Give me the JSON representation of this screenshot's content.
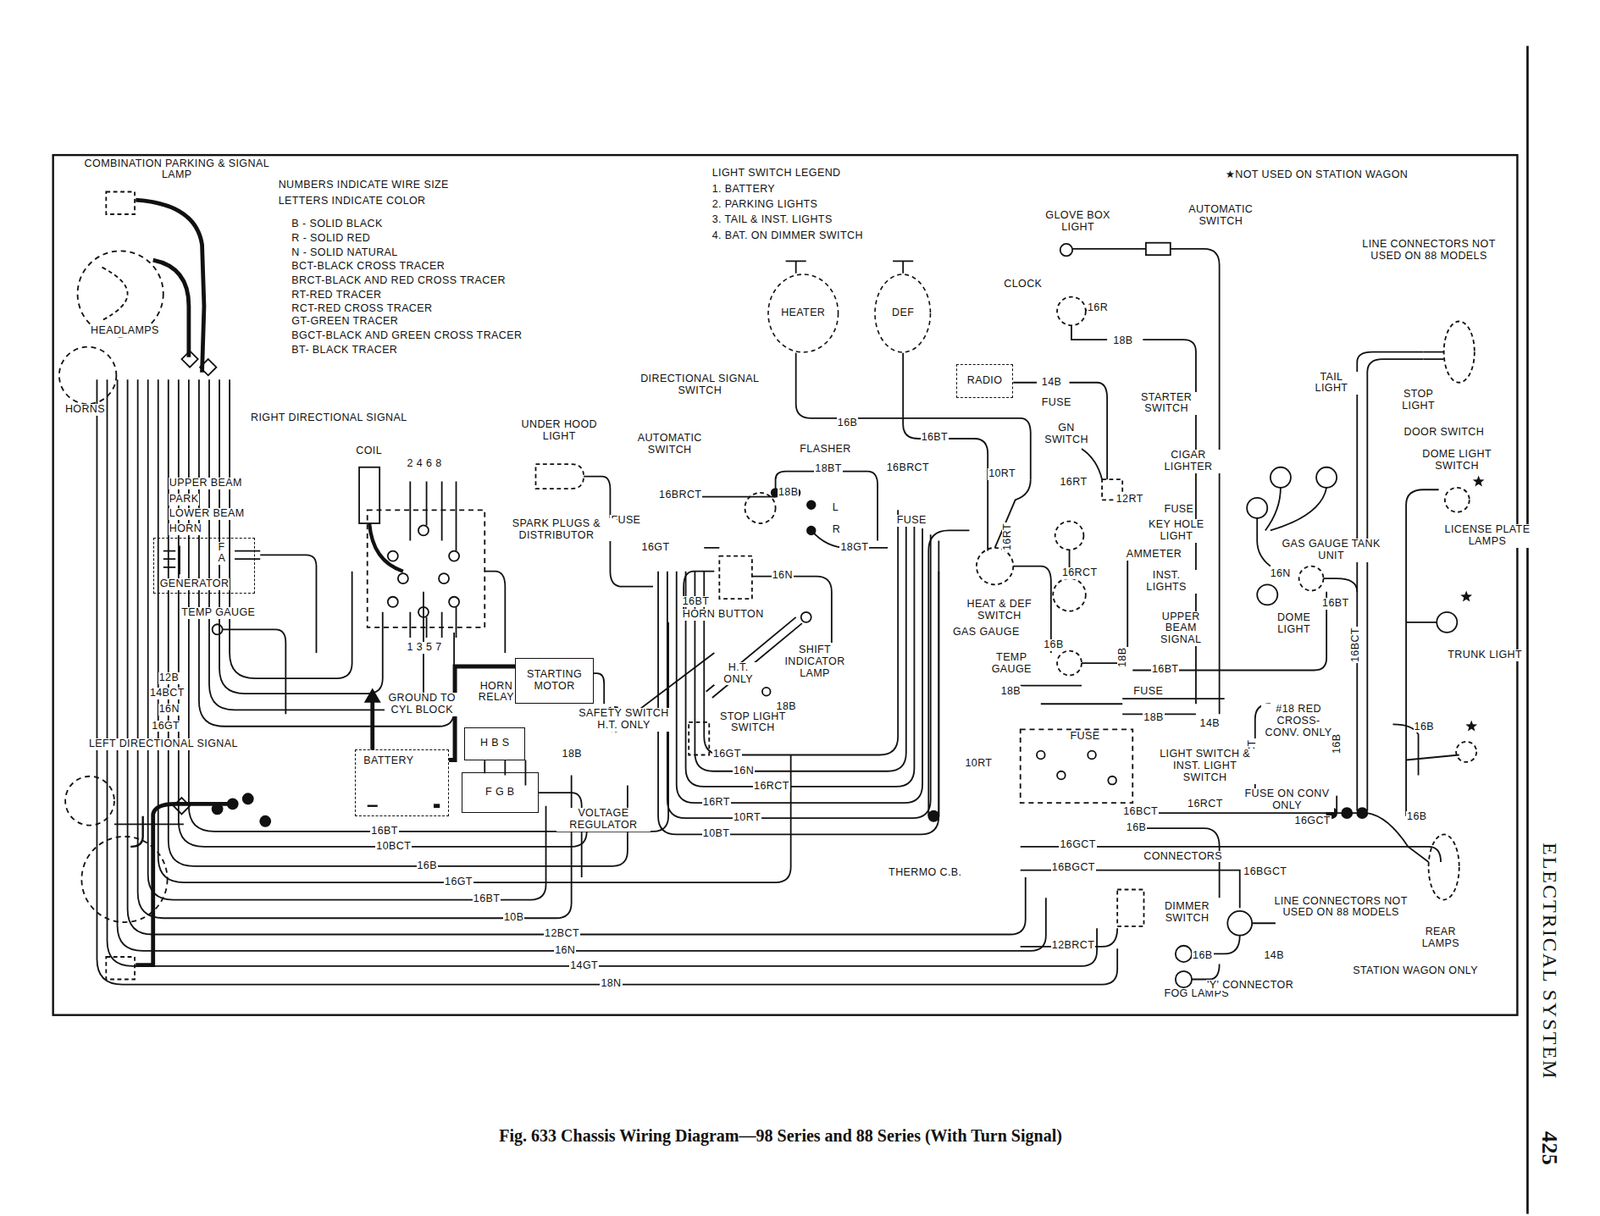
{
  "diagram": {
    "caption": "Fig. 633 Chassis Wiring Diagram—98 Series and 88 Series (With Turn Signal)",
    "nodes": [
      {
        "text": [
          "HEATER"
        ]
      },
      {
        "text": [
          "DEF"
        ]
      },
      {
        "text": [
          "RADIO"
        ]
      },
      {
        "text": [
          "GENERATOR"
        ]
      },
      {
        "text": [
          "STARTING MOTOR"
        ]
      },
      {
        "text": [
          "H B S"
        ]
      },
      {
        "text": [
          "BATTERY"
        ]
      },
      {
        "text": [
          "F G B"
        ]
      }
    ],
    "edges": [
      {
        "from": 6,
        "to": 4,
        "arrow": "none"
      }
    ],
    "labels": [
      "COMBINATION PARKING & SIGNAL LAMP",
      "NUMBERS INDICATE WIRE SIZE",
      "LETTERS INDICATE COLOR",
      "B - SOLID BLACK",
      "R - SOLID RED",
      "N - SOLID NATURAL",
      "BCT-BLACK CROSS TRACER",
      "BRCT-BLACK AND RED CROSS TRACER",
      "RT-RED TRACER",
      "RCT-RED CROSS TRACER",
      "GT-GREEN TRACER",
      "BGCT-BLACK AND GREEN CROSS TRACER",
      "BT- BLACK TRACER",
      "LIGHT SWITCH LEGEND",
      "1. BATTERY",
      "2. PARKING LIGHTS",
      "3. TAIL & INST. LIGHTS",
      "4. BAT. ON DIMMER SWITCH",
      "★NOT USED ON STATION WAGON",
      "GLOVE BOX LIGHT",
      "AUTOMATIC SWITCH",
      "CLOCK",
      "16R",
      "18B",
      "LINE CONNECTORS NOT USED ON 88 MODELS",
      "TAIL LIGHT",
      "STOP LIGHT",
      "DOOR SWITCH",
      "DOME LIGHT SWITCH",
      "LICENSE PLATE LAMPS",
      "GAS GAUGE TANK UNIT",
      "16N",
      "16BT",
      "DOME LIGHT",
      "TRUNK LIGHT",
      "16BCT",
      "16B",
      "16B",
      "#18 RED CROSS-CONV. ONLY",
      "16RCT",
      "16B",
      "FUSE ON CONV ONLY",
      "16GCT",
      "LINE CONNECTORS NOT USED ON 88 MODELS",
      "REAR LAMPS",
      "STATION WAGON ONLY",
      "FOG LAMPS",
      "'Y' CONNECTOR",
      "16B",
      "14B",
      "DIMMER SWITCH",
      "12BRCT",
      "16BGCT",
      "16GCT",
      "CONNECTORS",
      "16BGCT",
      "THERMO C.B.",
      "16BCT",
      "16B",
      "16RCT",
      "LIGHT SWITCH & INST. LIGHT SWITCH",
      "14B",
      "18B",
      "FUSE",
      "FUSE",
      "10RT",
      "18B",
      "16BT",
      "UPPER BEAM SIGNAL",
      "18B",
      "INST. LIGHTS",
      "AMMETER",
      "KEY HOLE LIGHT",
      "FUSE",
      "CIGAR LIGHTER",
      "12RT",
      "STARTER SWITCH",
      "GN SWITCH",
      "14B",
      "FUSE",
      "16RT",
      "16RT",
      "10RT",
      "16BRCT",
      "16BT",
      "16B",
      "FUSE",
      "16RCT",
      "HEAT & DEF SWITCH",
      "GAS GAUGE",
      "16B",
      "TEMP GAUGE",
      "FLASHER",
      "18BT",
      "18B",
      "L",
      "R",
      "18GT",
      "16BRCT",
      "16GT",
      "16BT",
      "16N",
      "HORN BUTTON",
      "DIRECTIONAL SIGNAL SWITCH",
      "UNDER HOOD LIGHT",
      "AUTOMATIC SWITCH",
      "FUSE",
      "SHIFT INDICATOR LAMP",
      "H.T. ONLY",
      "18B",
      "STOP LIGHT SWITCH",
      "16GT",
      "16N",
      "16RCT",
      "16RT",
      "10RT",
      "10BT",
      "SAFETY SWITCH H.T. ONLY",
      "18B",
      "10RT",
      "16BT",
      "10BCT",
      "16B",
      "16GT",
      "16BT",
      "10B",
      "12BCT",
      "16N",
      "14GT",
      "18N",
      "GROUND TO CYL BLOCK",
      "COIL",
      "2 4 6 8",
      "SPARK PLUGS & DISTRIBUTOR",
      "1 3 5 7",
      "TEMP GAUGE",
      "F",
      "A",
      "UPPER BEAM",
      "PARK",
      "LOWER BEAM",
      "HORN",
      "RIGHT DIRECTIONAL SIGNAL",
      "HEADLAMPS",
      "HORNS",
      "12B",
      "14BCT",
      "16N",
      "16GT",
      "LEFT DIRECTIONAL SIGNAL",
      "ELECTRICAL SYSTEM",
      "425",
      "HORN RELAY",
      "VOLTAGE REGULATOR"
    ]
  }
}
